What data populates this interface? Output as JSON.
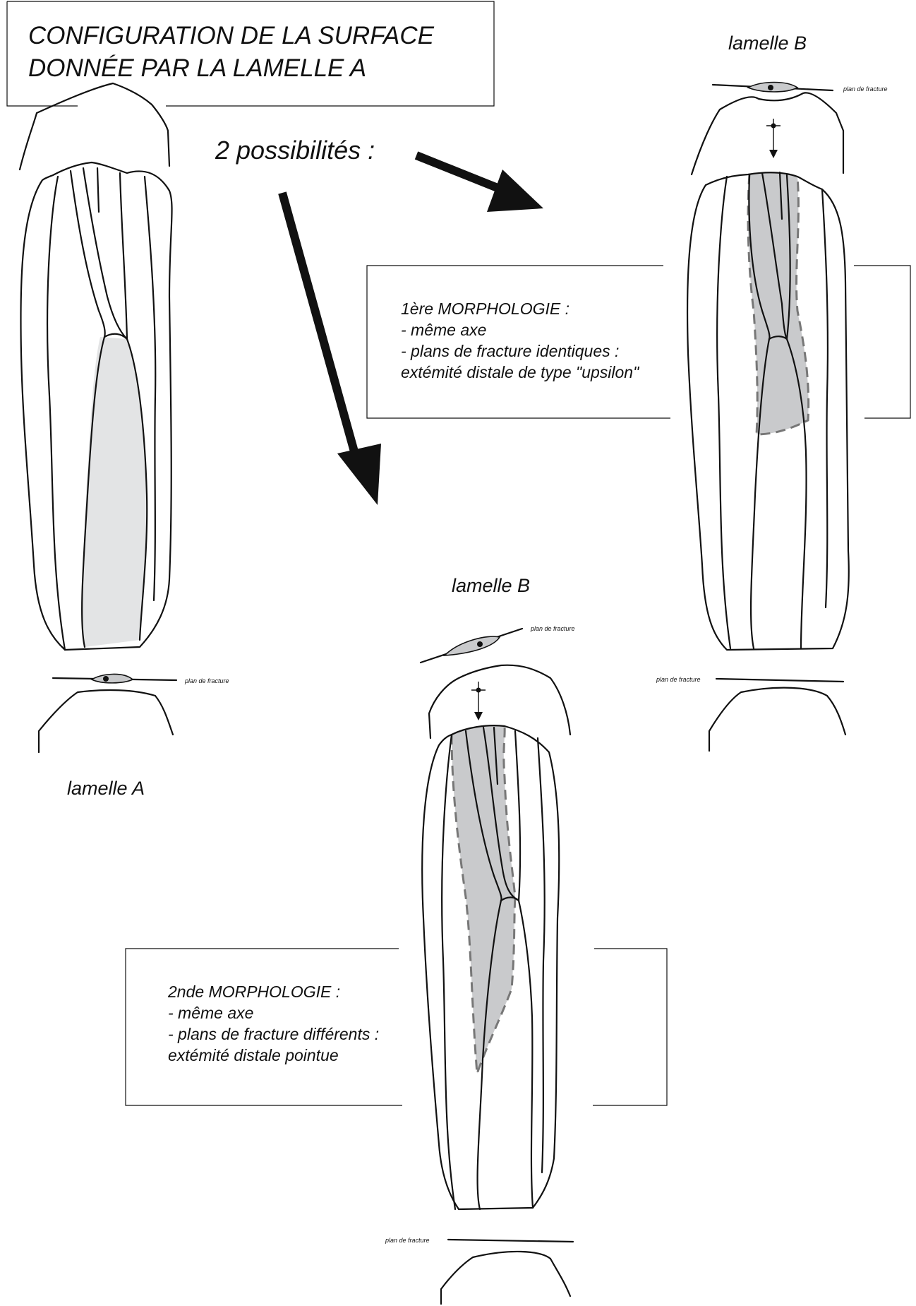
{
  "title": {
    "line1": "CONFIGURATION DE LA SURFACE",
    "line2": "DONNÉE PAR LA LAMELLE A"
  },
  "possibilities": "2 possibilités :",
  "labels": {
    "lamelle_a": "lamelle A",
    "lamelle_b_top": "lamelle B",
    "lamelle_b_bottom": "lamelle B",
    "plan_de_fracture": "plan de fracture"
  },
  "morphology_1": {
    "heading": "1ère MORPHOLOGIE :",
    "line1": "- même axe",
    "line2": "- plans de fracture identiques :",
    "line3": "extémité distale de type \"upsilon\""
  },
  "morphology_2": {
    "heading": "2nde MORPHOLOGIE :",
    "line1": "- même axe",
    "line2": "- plans de fracture différents :",
    "line3": "extémité distale pointue"
  },
  "colors": {
    "stroke": "#111111",
    "shade_light": "#e3e4e5",
    "shade_mid": "#c9cacc",
    "dash": "#777777"
  }
}
